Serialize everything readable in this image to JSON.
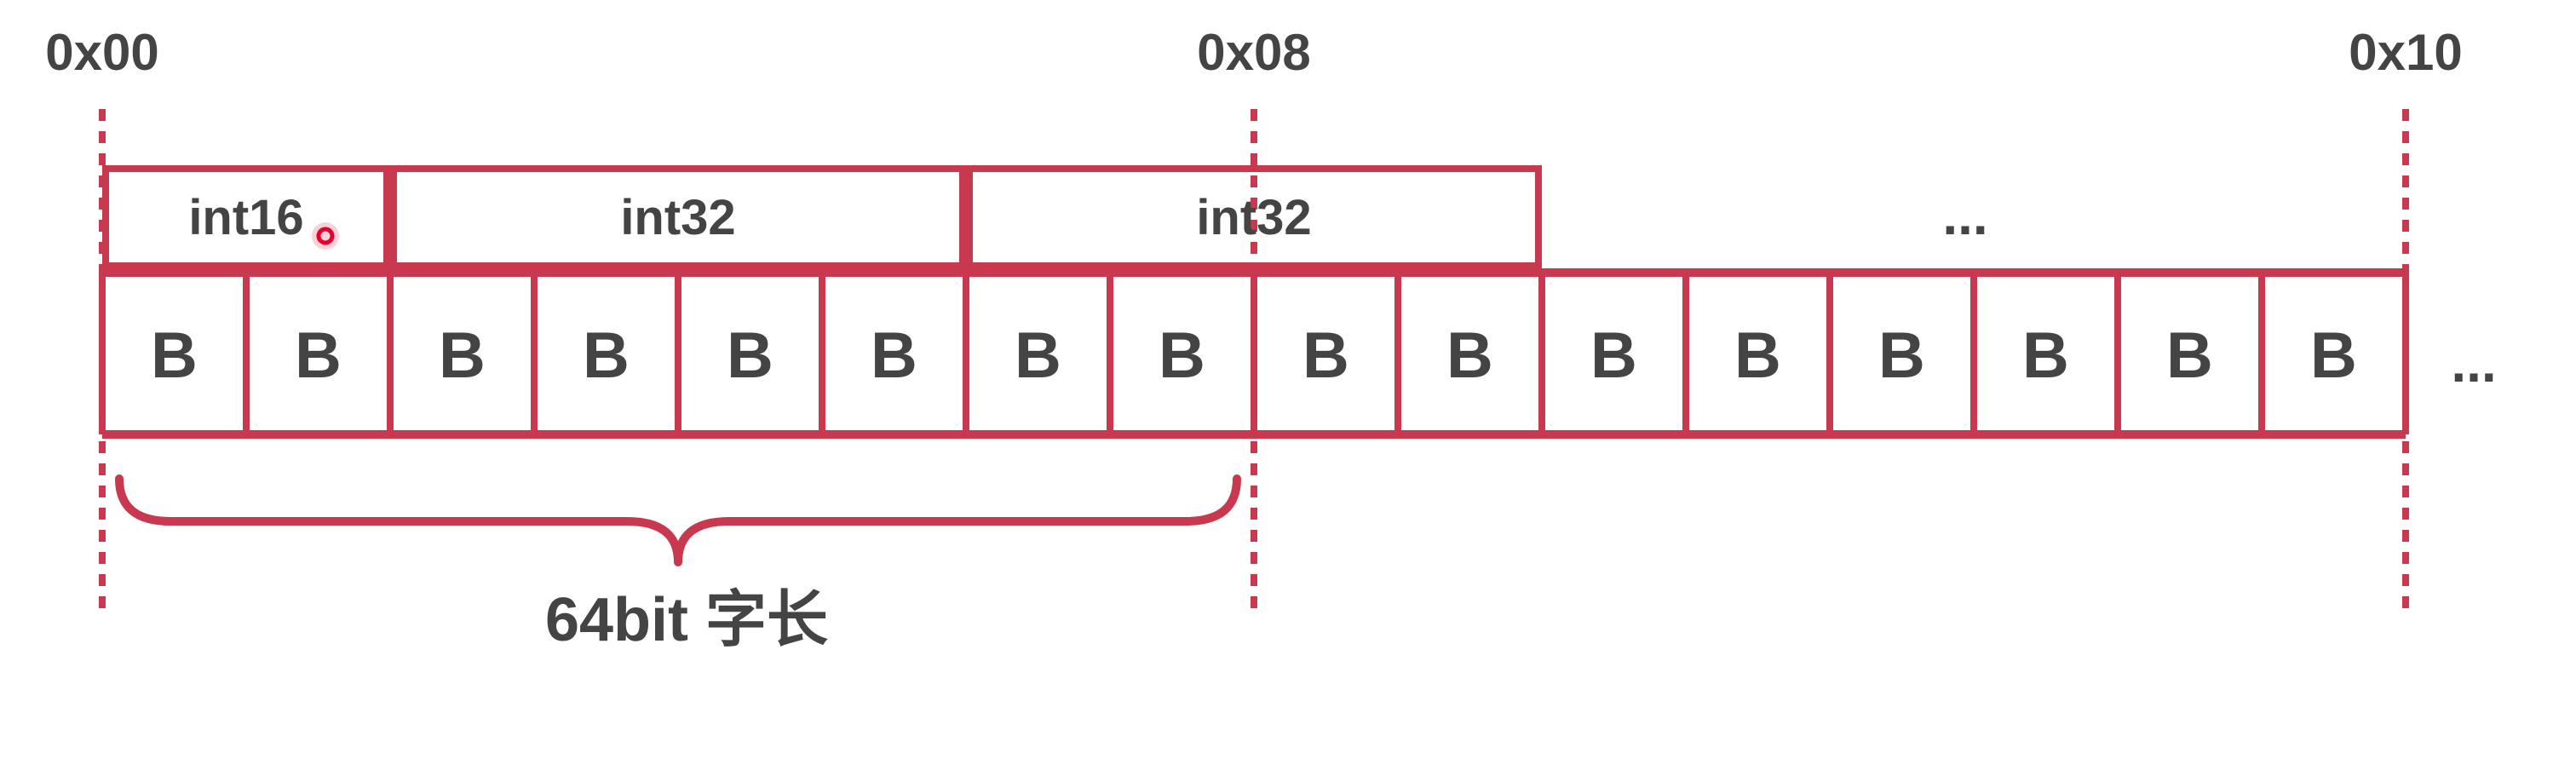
{
  "colors": {
    "accent": "#c8384f",
    "text": "#444444",
    "background": "#ffffff",
    "cursor": "#e4002b"
  },
  "addresses": [
    "0x00",
    "0x08",
    "0x10"
  ],
  "types": [
    {
      "label": "int16",
      "bytes": 2
    },
    {
      "label": "int32",
      "bytes": 4
    },
    {
      "label": "int32",
      "bytes": 4
    }
  ],
  "types_more": "...",
  "byte_count": 16,
  "byte_label": "B",
  "bytes_more": "...",
  "word_brace": {
    "label": "64bit 字长",
    "bytes": 8
  }
}
